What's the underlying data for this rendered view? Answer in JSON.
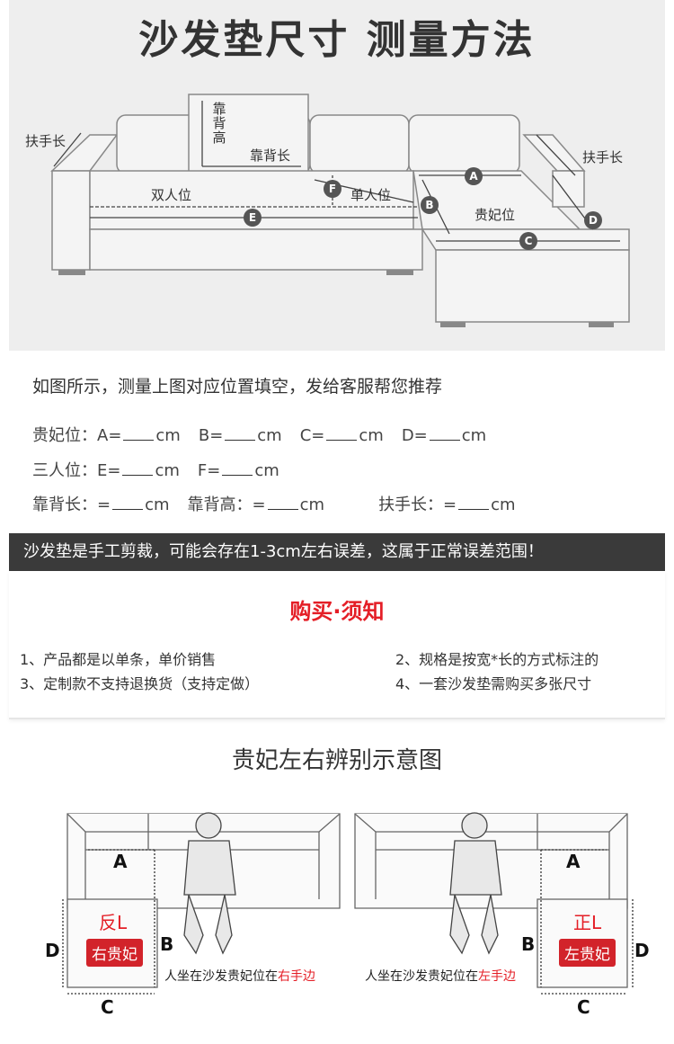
{
  "title": "沙发垫尺寸  测量方法",
  "diagram": {
    "armrest_left": "扶手长",
    "armrest_right": "扶手长",
    "backrest_height": "靠背高",
    "backrest_length": "靠背长",
    "double_seat": "双人位",
    "single_seat": "单人位",
    "chaise": "贵妃位",
    "markers": {
      "a": "A",
      "b": "B",
      "c": "C",
      "d": "D",
      "e": "E",
      "f": "F"
    }
  },
  "intro": "如图所示，测量上图对应位置填空，发给客服帮您推荐",
  "measure": {
    "row1_label": "贵妃位：",
    "row1": [
      "A=",
      "B=",
      "C=",
      "D="
    ],
    "row2_label": "三人位：",
    "row2": [
      "E=",
      "F="
    ],
    "row3": [
      "靠背长：=",
      "靠背高：=",
      "扶手长：="
    ],
    "unit": "cm"
  },
  "notice_bar": "沙发垫是手工剪裁，可能会存在1-3cm左右误差，这属于正常误差范围！",
  "notice": {
    "heading": "购买·须知",
    "items": [
      "1、产品都是以单条，单价销售",
      "2、规格是按宽*长的方式标注的",
      "3、定制款不支持退换货（支持定做）",
      "4、一套沙发垫需购买多张尺寸"
    ]
  },
  "lr": {
    "title": "贵妃左右辨别示意图",
    "left": {
      "direction": "反L",
      "badge": "右贵妃",
      "caption_prefix": "人坐在沙发贵妃位在",
      "caption_side": "右手边"
    },
    "right": {
      "direction": "正L",
      "badge": "左贵妃",
      "caption_prefix": "人坐在沙发贵妃位在",
      "caption_side": "左手边"
    },
    "labels": {
      "a": "A",
      "b": "B",
      "c": "C",
      "d": "D"
    }
  }
}
